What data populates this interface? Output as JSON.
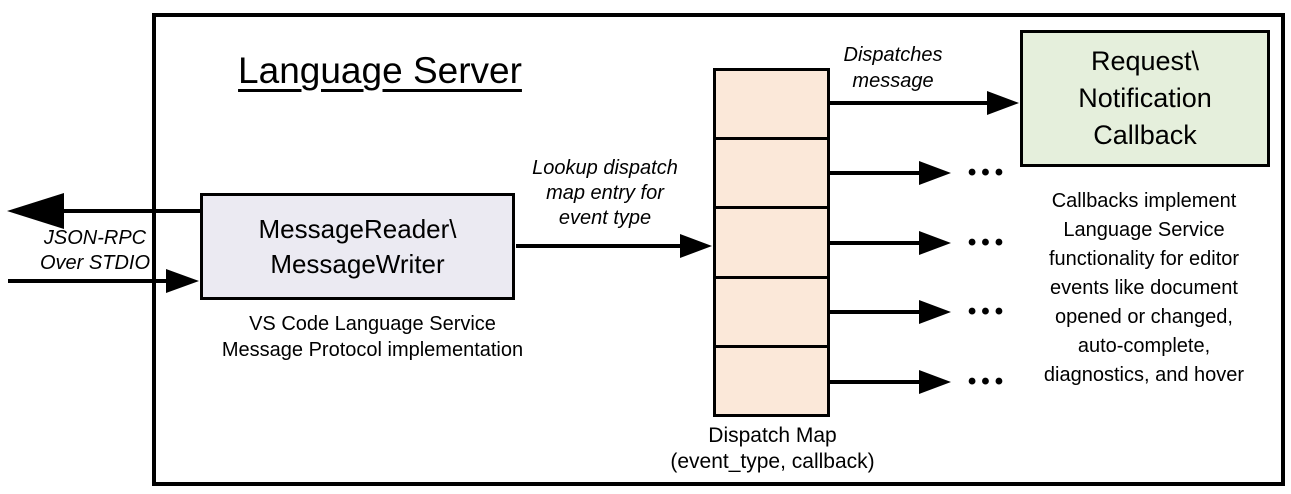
{
  "title": "Language Server",
  "stdio_label": {
    "lines": [
      "JSON-RPC",
      "Over STDIO"
    ]
  },
  "message_box": {
    "lines": [
      "MessageReader\\",
      "MessageWriter"
    ],
    "caption": [
      "VS Code Language Service",
      "Message Protocol implementation"
    ],
    "fill": "#ebeaf2"
  },
  "lookup_label": {
    "lines": [
      "Lookup dispatch",
      "map entry for",
      "event type"
    ]
  },
  "dispatch_map": {
    "caption": [
      "Dispatch Map",
      "(event_type, callback)"
    ],
    "cell_count": 5,
    "cell_fill": "#fbe8d9"
  },
  "dispatches_label": {
    "lines": [
      "Dispatches",
      "message"
    ]
  },
  "callback_box": {
    "lines": [
      "Request\\",
      "Notification",
      "Callback"
    ],
    "fill": "#e5efdc"
  },
  "callbacks_note": {
    "lines": [
      "Callbacks implement",
      "Language Service",
      "functionality for editor",
      "events like document",
      "opened or changed,",
      "auto-complete,",
      "diagnostics, and hover"
    ]
  },
  "ellipsis": "•••",
  "colors": {
    "line": "#000000",
    "border": "#000000",
    "background": "#ffffff"
  }
}
